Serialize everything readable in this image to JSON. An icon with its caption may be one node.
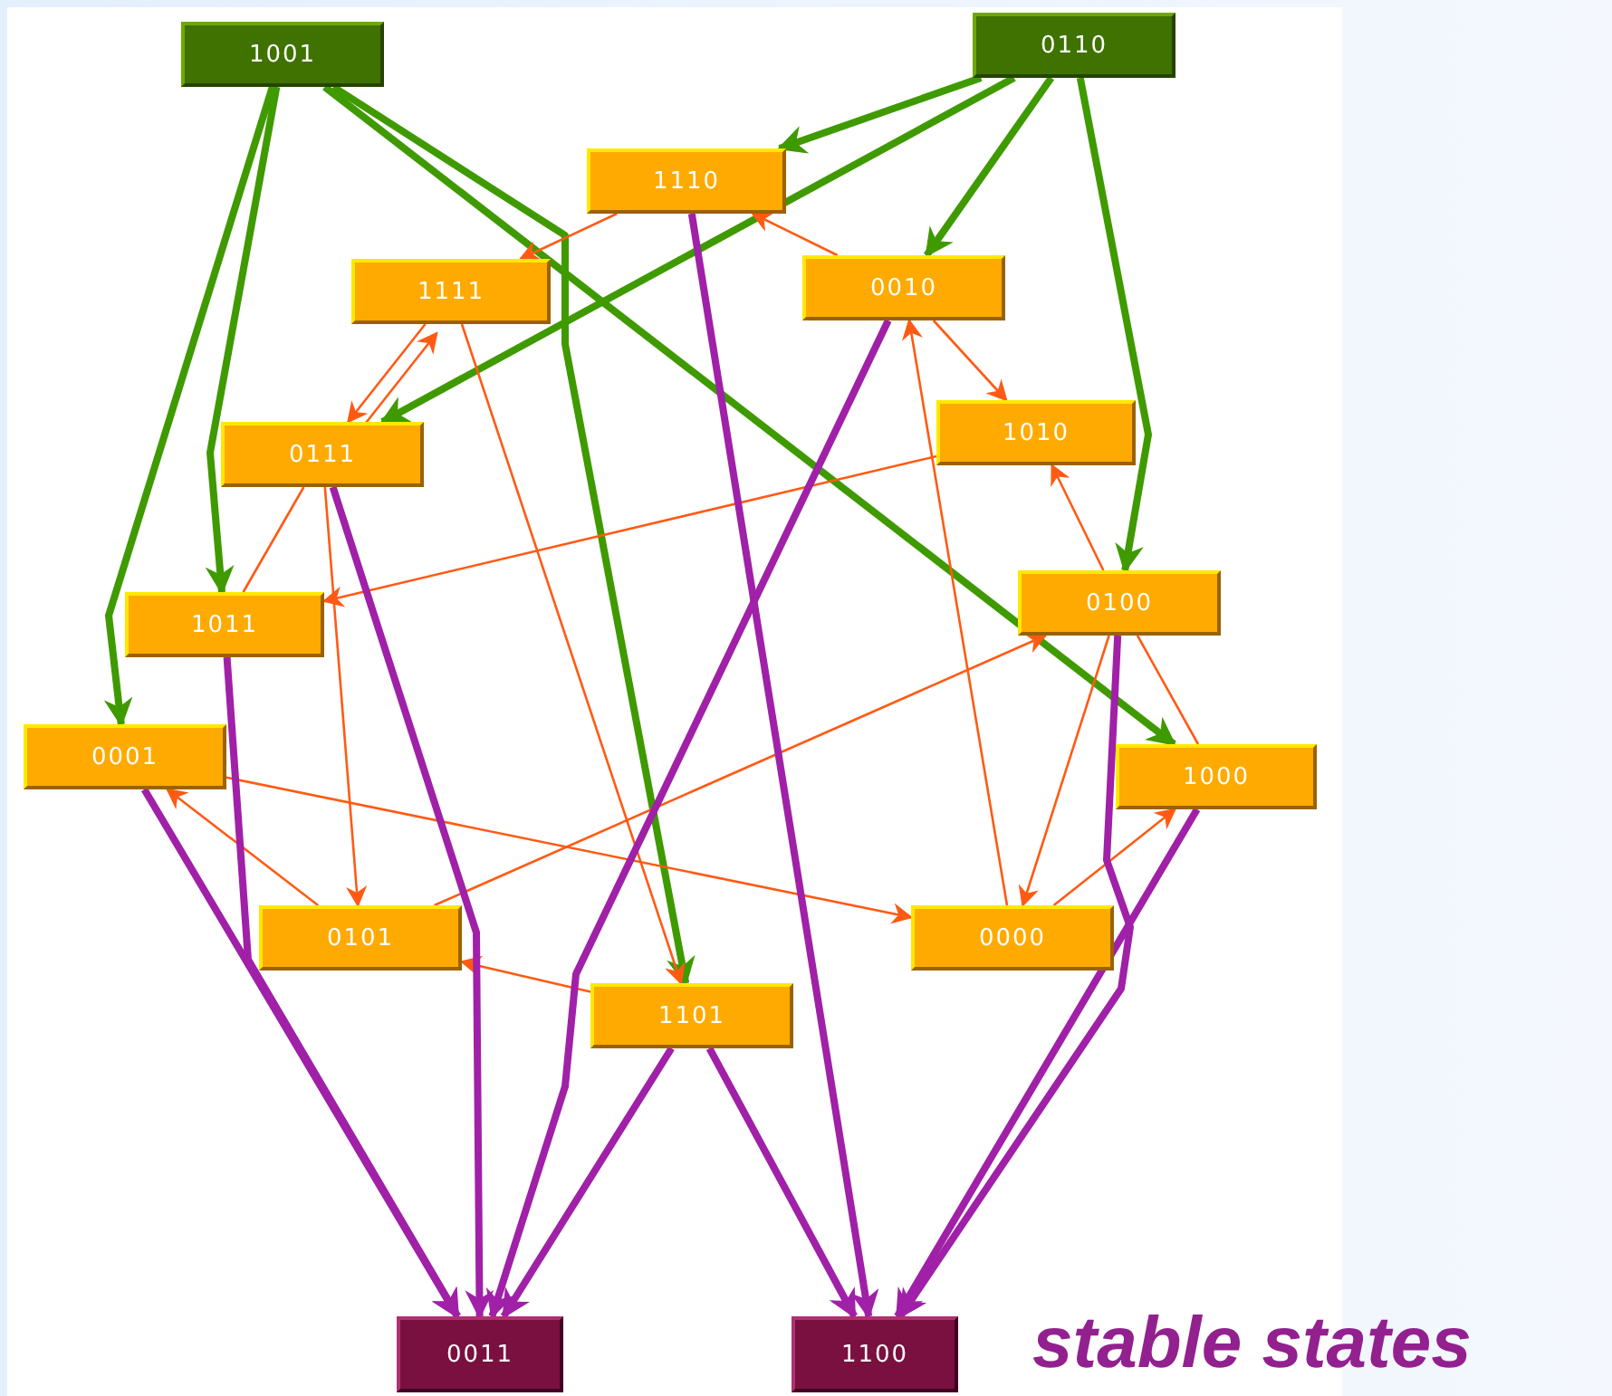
{
  "diagram": {
    "nodes": [
      {
        "text": [
          "1001"
        ]
      },
      {
        "text": [
          "0110"
        ]
      },
      {
        "text": [
          "1110"
        ]
      },
      {
        "text": [
          "1111"
        ]
      },
      {
        "text": [
          "0010"
        ]
      },
      {
        "text": [
          "0111"
        ]
      },
      {
        "text": [
          "1010"
        ]
      },
      {
        "text": [
          "1011"
        ]
      },
      {
        "text": [
          "0100"
        ]
      },
      {
        "text": [
          "0001"
        ]
      },
      {
        "text": [
          "1000"
        ]
      },
      {
        "text": [
          "0101"
        ]
      },
      {
        "text": [
          "0000"
        ]
      },
      {
        "text": [
          "1101"
        ]
      },
      {
        "text": [
          "0011"
        ]
      },
      {
        "text": [
          "1100"
        ]
      }
    ],
    "edges": [
      {
        "from": 0,
        "to": 7,
        "arrow": "to",
        "style": "thick",
        "color": "#3f9a00"
      },
      {
        "from": 0,
        "to": 9,
        "arrow": "to",
        "style": "thick",
        "color": "#3f9a00"
      },
      {
        "from": 0,
        "to": 13,
        "arrow": "to",
        "style": "thick",
        "color": "#3f9a00"
      },
      {
        "from": 0,
        "to": 10,
        "arrow": "to",
        "style": "thick",
        "color": "#3f9a00"
      },
      {
        "from": 1,
        "to": 2,
        "arrow": "to",
        "style": "thick",
        "color": "#3f9a00"
      },
      {
        "from": 1,
        "to": 5,
        "arrow": "to",
        "style": "thick",
        "color": "#3f9a00"
      },
      {
        "from": 1,
        "to": 4,
        "arrow": "to",
        "style": "thick",
        "color": "#3f9a00"
      },
      {
        "from": 1,
        "to": 8,
        "arrow": "to",
        "style": "thick",
        "color": "#3f9a00"
      },
      {
        "from": 2,
        "to": 3,
        "arrow": "to"
      },
      {
        "from": 4,
        "to": 2,
        "arrow": "to"
      },
      {
        "from": 3,
        "to": 5,
        "arrow": "to"
      },
      {
        "from": 5,
        "to": 3,
        "arrow": "to"
      },
      {
        "from": 3,
        "to": 13,
        "arrow": "to"
      },
      {
        "from": 7,
        "to": 5,
        "arrow": "none"
      },
      {
        "from": 6,
        "to": 7,
        "arrow": "to"
      },
      {
        "from": 5,
        "to": 11,
        "arrow": "to"
      },
      {
        "from": 11,
        "to": 9,
        "arrow": "to"
      },
      {
        "from": 9,
        "to": 12,
        "arrow": "to"
      },
      {
        "from": 11,
        "to": 8,
        "arrow": "to"
      },
      {
        "from": 13,
        "to": 11,
        "arrow": "to"
      },
      {
        "from": 12,
        "to": 4,
        "arrow": "to"
      },
      {
        "from": 4,
        "to": 6,
        "arrow": "to"
      },
      {
        "from": 8,
        "to": 6,
        "arrow": "to"
      },
      {
        "from": 8,
        "to": 10,
        "arrow": "none"
      },
      {
        "from": 12,
        "to": 10,
        "arrow": "to"
      },
      {
        "from": 8,
        "to": 12,
        "arrow": "to"
      },
      {
        "from": 9,
        "to": 14,
        "arrow": "to",
        "style": "thick",
        "color": "#a020a8"
      },
      {
        "from": 7,
        "to": 14,
        "arrow": "to",
        "style": "thick",
        "color": "#a020a8"
      },
      {
        "from": 5,
        "to": 14,
        "arrow": "to",
        "style": "thick",
        "color": "#a020a8"
      },
      {
        "from": 13,
        "to": 14,
        "arrow": "to",
        "style": "thick",
        "color": "#a020a8"
      },
      {
        "from": 4,
        "to": 14,
        "arrow": "to",
        "style": "thick",
        "color": "#a020a8"
      },
      {
        "from": 2,
        "to": 15,
        "arrow": "to",
        "style": "thick",
        "color": "#a020a8"
      },
      {
        "from": 13,
        "to": 15,
        "arrow": "to",
        "style": "thick",
        "color": "#a020a8"
      },
      {
        "from": 8,
        "to": 15,
        "arrow": "to",
        "style": "thick",
        "color": "#a020a8"
      },
      {
        "from": 10,
        "to": 15,
        "arrow": "to",
        "style": "thick",
        "color": "#a020a8"
      }
    ],
    "labels": [
      "stable states"
    ]
  }
}
